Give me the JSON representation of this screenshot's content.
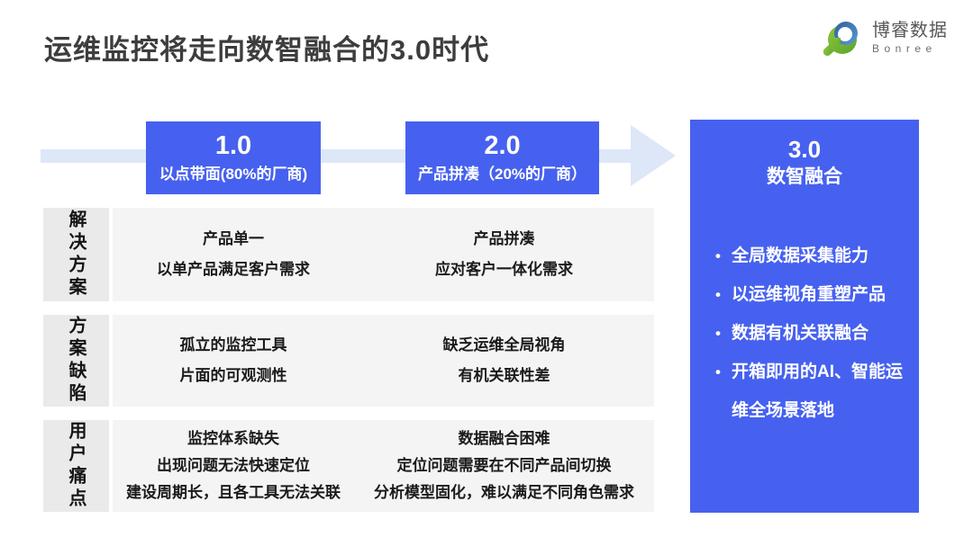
{
  "colors": {
    "accent": "#4661ef",
    "arrow_fill": "#dde7f8",
    "label_bg": "#eaeaea",
    "content_bg": "#f4f4f5",
    "title_color": "#3d3d3d",
    "logo_green": "#72b035",
    "logo_blue": "#3a72ae"
  },
  "header": {
    "title": "运维监控将走向数智融合的3.0时代",
    "logo_name": "博睿数据",
    "logo_sub": "Bonree"
  },
  "stages": [
    {
      "version": "1.0",
      "desc": "以点带面(80%的厂商)"
    },
    {
      "version": "2.0",
      "desc": "产品拼凑（20%的厂商）"
    }
  ],
  "panel": {
    "version": "3.0",
    "name": "数智融合",
    "bullet_char": "•",
    "bullets": [
      "全局数据采集能力",
      "以运维视角重塑产品",
      "数据有机关联融合",
      "开箱即用的AI、智能运维全场景落地"
    ]
  },
  "rows": [
    {
      "label": "解决方案",
      "col1": [
        "产品单一",
        "以单产品满足客户需求"
      ],
      "col2": [
        "产品拼凑",
        "应对客户一体化需求"
      ]
    },
    {
      "label": "方案缺陷",
      "col1": [
        "孤立的监控工具",
        "片面的可观测性"
      ],
      "col2": [
        "缺乏运维全局视角",
        "有机关联性差"
      ]
    },
    {
      "label": "用户痛点",
      "col1": [
        "监控体系缺失",
        "出现问题无法快速定位",
        "建设周期长，且各工具无法关联"
      ],
      "col2": [
        "数据融合困难",
        "定位问题需要在不同产品间切换",
        "分析模型固化，难以满足不同角色需求"
      ]
    }
  ]
}
